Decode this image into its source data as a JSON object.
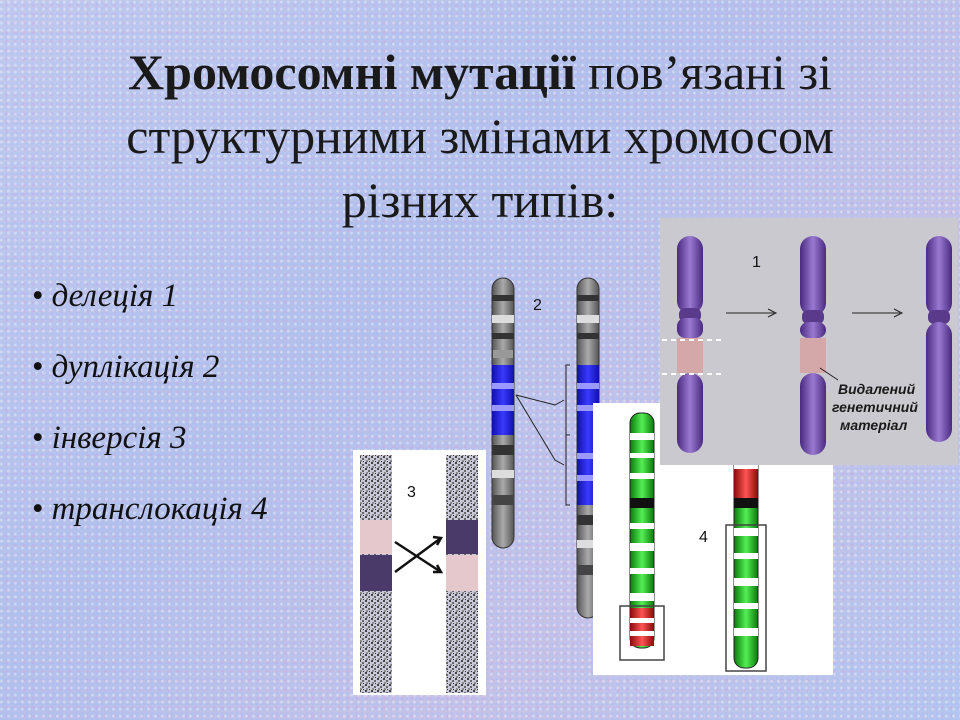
{
  "slide": {
    "title_bold": "Хромосомні мутації",
    "title_rest_line1": " пов’язані зі",
    "title_line2": "структурними змінами хромосом",
    "title_line3": "різних типів:"
  },
  "bullets": [
    {
      "text": "делеція 1"
    },
    {
      "text": "дуплікація 2"
    },
    {
      "text": "інверсія 3"
    },
    {
      "text": "транслокація 4"
    }
  ],
  "figures": {
    "deletion": {
      "number": "1",
      "label_line1": "Видалений",
      "label_line2": "генетичний",
      "label_line3": "матеріал"
    },
    "duplication": {
      "number": "2"
    },
    "inversion": {
      "number": "3"
    },
    "translocation": {
      "number": "4"
    }
  },
  "colors": {
    "deletion_chromosome": "#7a5aa8",
    "duplication_band": "#2222dd",
    "translocation_green": "#22aa22",
    "translocation_red": "#cc2222"
  }
}
